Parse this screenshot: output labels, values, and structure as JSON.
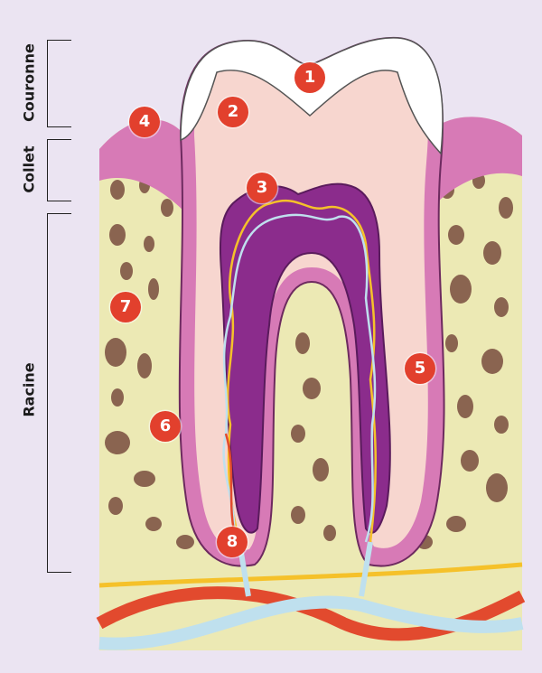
{
  "title_sections": [
    {
      "label": "Couronne"
    },
    {
      "label": "Collet"
    },
    {
      "label": "Racine"
    }
  ],
  "markers": [
    "1",
    "2",
    "3",
    "4",
    "5",
    "6",
    "7",
    "8"
  ],
  "colors": {
    "background": "#ebe4f2",
    "bone": "#ece9b4",
    "gum": "#d77ab6",
    "enamel": "#ffffff",
    "dentin": "#f7d6cf",
    "pulp": "#8b2c8c",
    "artery": "#e24a2e",
    "vein": "#bfe0ee",
    "nerve": "#f5c12a",
    "marker": "#e2402d"
  }
}
